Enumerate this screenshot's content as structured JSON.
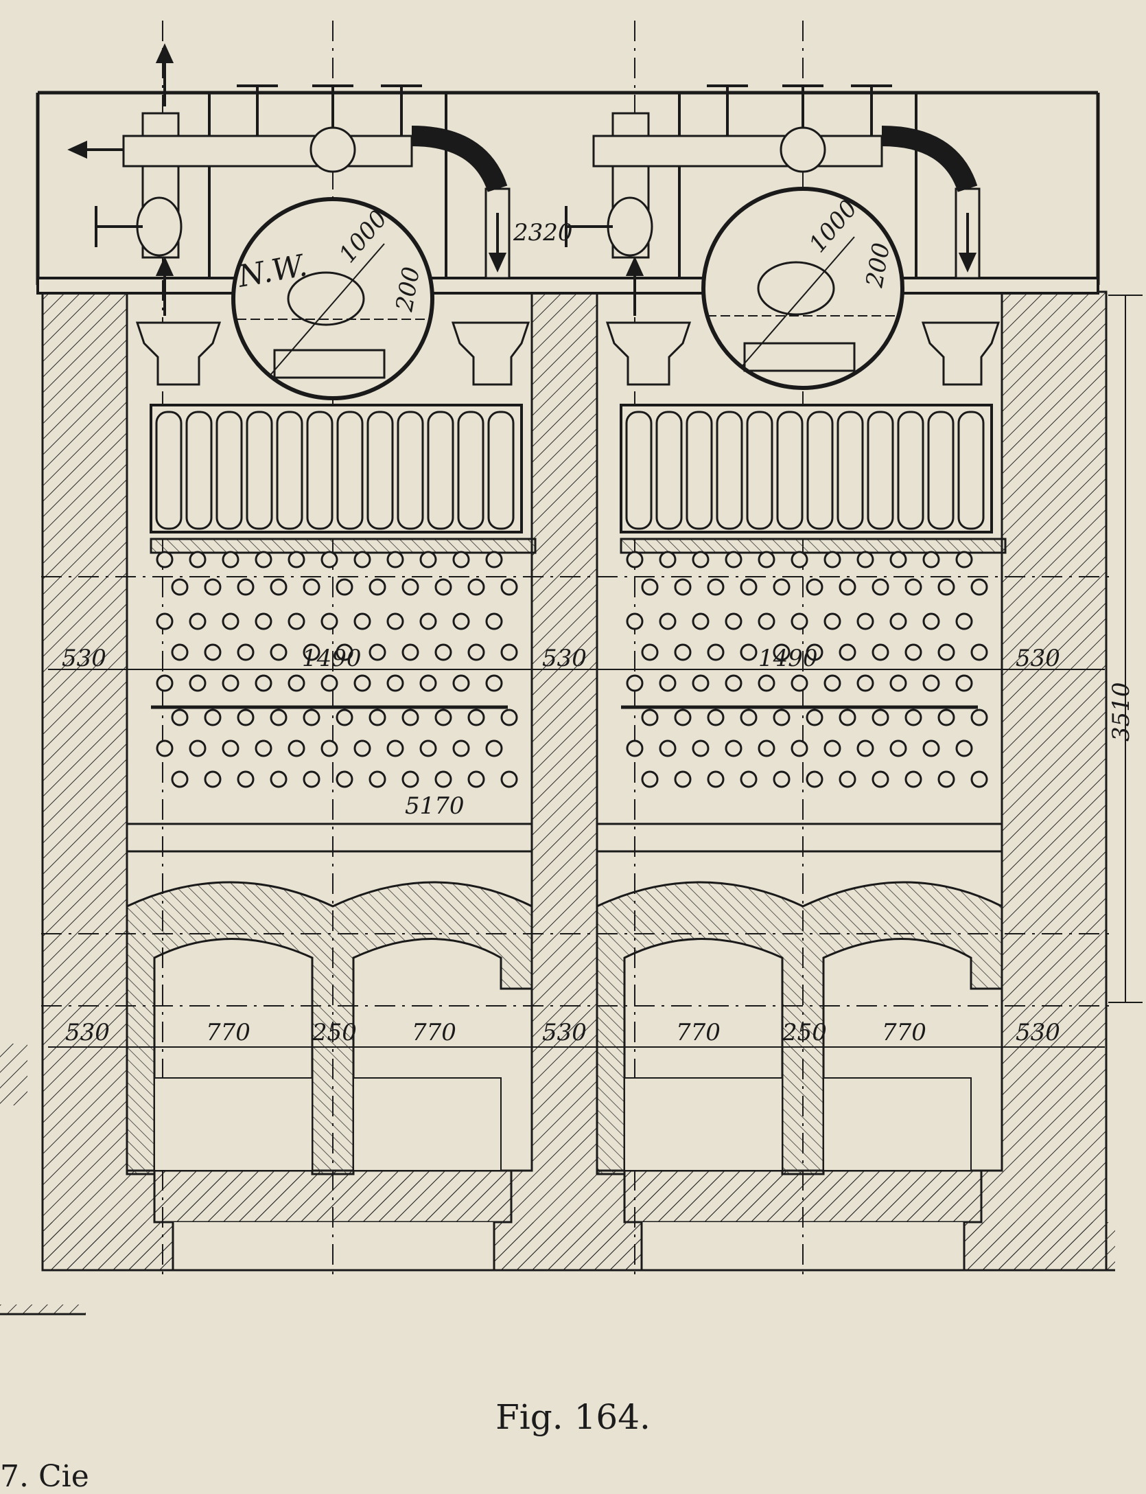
{
  "figure": {
    "caption": "Fig. 164.",
    "bottom_fragment": "7. Cie",
    "drum_label": "N.W.",
    "drum_diameter": "1000",
    "drum_water_level": "200",
    "pipe_spacing": "2320",
    "wall_thickness": "530",
    "tube_bank_width": "1490",
    "tube_bank_height": "5170",
    "setting_height": "3510",
    "furnace_width": "770",
    "partition_width": "250"
  },
  "colors": {
    "paper": "#e8e2d2",
    "ink": "#1a1a1a"
  }
}
